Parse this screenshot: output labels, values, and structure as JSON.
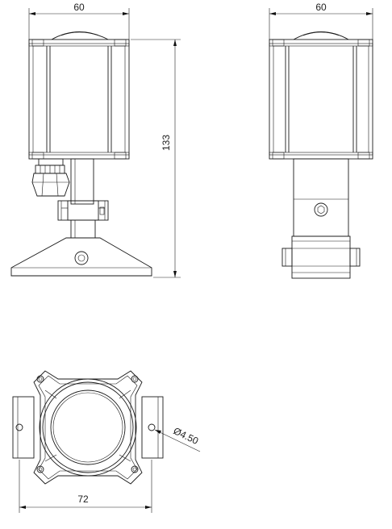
{
  "dimensions": {
    "front_width": "60",
    "front_height": "133",
    "side_width": "60",
    "top_width": "72",
    "hole_diameter": "Ø4.50"
  }
}
